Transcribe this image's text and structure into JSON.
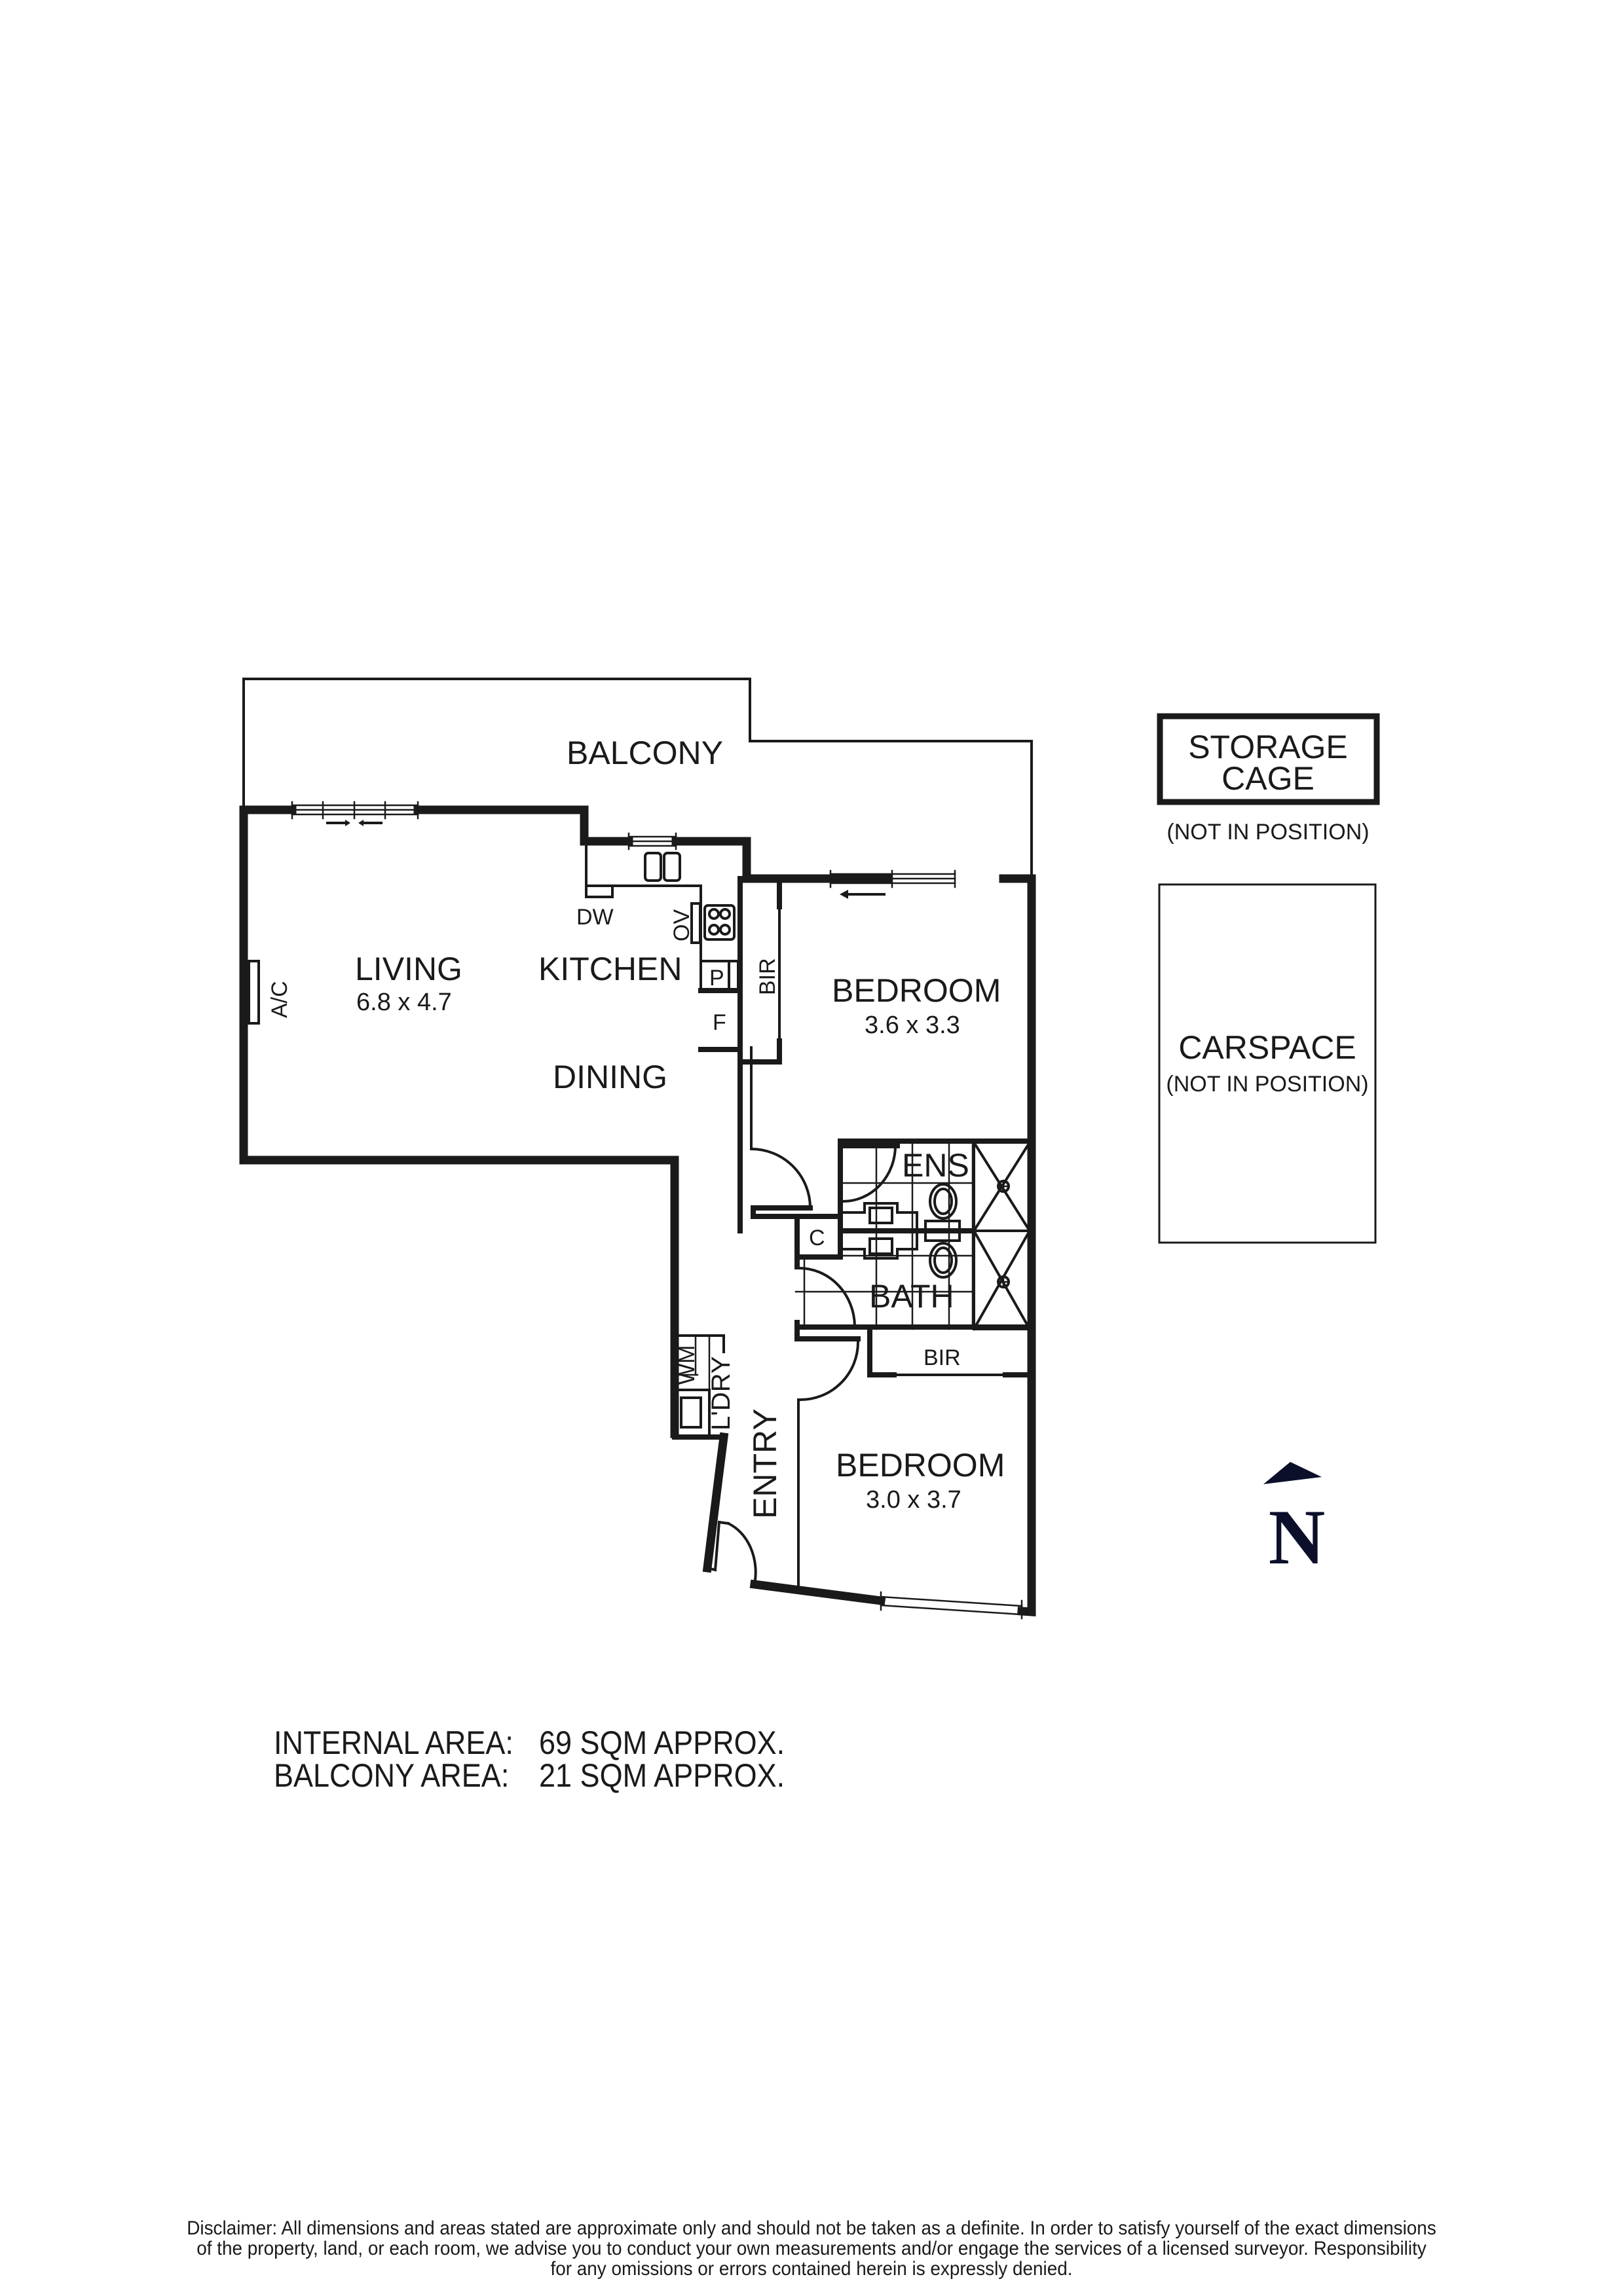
{
  "rooms": {
    "balcony": {
      "name": "BALCONY"
    },
    "living": {
      "name": "LIVING",
      "dimensions": "6.8 x 4.7"
    },
    "kitchen": {
      "name": "KITCHEN"
    },
    "dining": {
      "name": "DINING"
    },
    "bedroom_1": {
      "name": "BEDROOM",
      "dimensions": "3.6 x 3.3"
    },
    "bedroom_2": {
      "name": "BEDROOM",
      "dimensions": "3.0 x 3.7"
    },
    "ensuite": {
      "name": "ENS"
    },
    "bath": {
      "name": "BATH"
    },
    "entry": {
      "name": "ENTRY"
    },
    "laundry": {
      "name": "L'DRY"
    }
  },
  "fixtures": {
    "ac": "A/C",
    "dishwasher": "DW",
    "oven": "OV",
    "pantry": "P",
    "fridge": "F",
    "bir_1": "BIR",
    "bir_2": "BIR",
    "cupboard": "C",
    "washing_machine": "WM"
  },
  "storage_cage": {
    "line1": "STORAGE",
    "line2": "CAGE",
    "note": "(NOT IN POSITION)"
  },
  "carspace": {
    "name": "CARSPACE",
    "note": "(NOT IN POSITION)"
  },
  "compass": {
    "label": "N",
    "color": "#0b0f2a"
  },
  "areas": [
    {
      "label": "INTERNAL AREA:",
      "value": "69 SQM APPROX."
    },
    {
      "label": "BALCONY AREA:",
      "value": "21 SQM APPROX."
    }
  ],
  "disclaimer": {
    "line1": "Disclaimer: All dimensions and areas stated are approximate only and should not be taken as a definite. In order to satisfy yourself of the exact dimensions",
    "line2": "of the property, land, or each room, we advise you to conduct your own measurements and/or engage the services of a licensed surveyor. Responsibility",
    "line3": "for any omissions or errors contained herein is expressly denied."
  }
}
